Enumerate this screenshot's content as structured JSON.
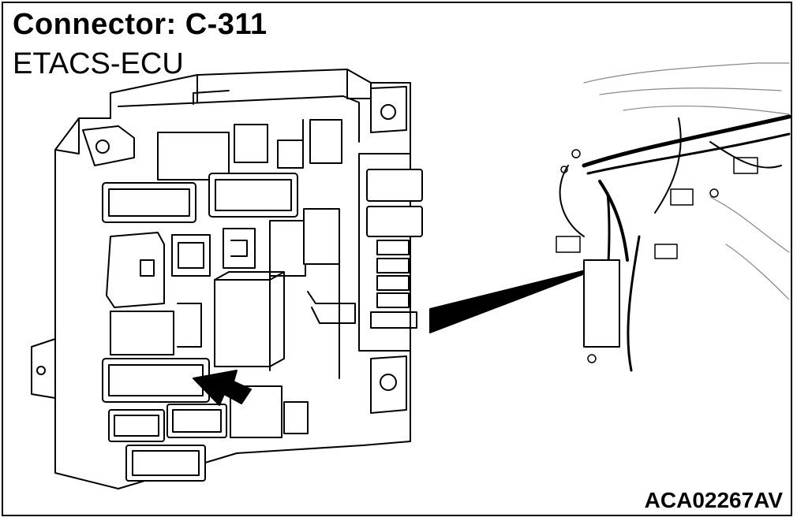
{
  "title": "Connector: C-311",
  "subtitle": "ETACS-ECU",
  "figure_code": "ACA02267AV",
  "colors": {
    "ink": "#000000",
    "background": "#ffffff"
  }
}
